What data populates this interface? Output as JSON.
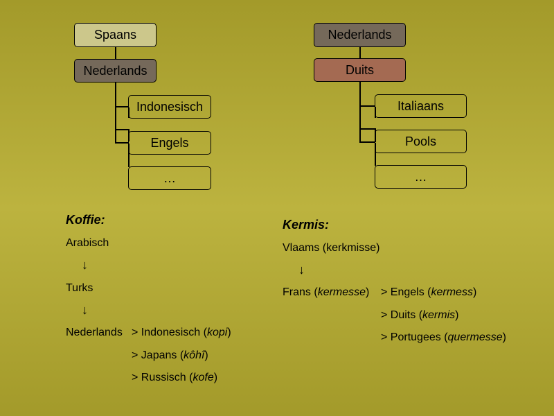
{
  "tree_left": {
    "root": "Spaans",
    "node": "Nederlands",
    "children": [
      "Indonesisch",
      "Engels",
      "…"
    ]
  },
  "tree_right": {
    "root": "Nederlands",
    "node": "Duits",
    "children": [
      "Italiaans",
      "Pools",
      "…"
    ]
  },
  "koffie": {
    "heading": "Koffie:",
    "step1": "Arabisch",
    "arrow": "↓",
    "step2": "Turks",
    "step3": "Nederlands",
    "targets": [
      {
        "sep": ">",
        "lang": "Indonesisch",
        "open": "(",
        "word": "kopi",
        "close": ")"
      },
      {
        "sep": ">",
        "lang": "Japans",
        "open": "(",
        "word": "kôhî",
        "close": ")"
      },
      {
        "sep": ">",
        "lang": "Russisch",
        "open": "(",
        "word": "kofe",
        "close": ")"
      }
    ]
  },
  "kermis": {
    "heading": "Kermis:",
    "step1": "Vlaams (kerkmisse)",
    "arrow": "↓",
    "step2_lang": "Frans",
    "step2_open": "(",
    "step2_word": "kermesse",
    "step2_close": ")",
    "targets": [
      {
        "sep": ">",
        "lang": "Engels",
        "open": "(",
        "word": "kermess",
        "close": ")"
      },
      {
        "sep": ">",
        "lang": "Duits",
        "open": "(",
        "word": "kermis",
        "close": ")"
      },
      {
        "sep": ">",
        "lang": "Portugees",
        "open": "(",
        "word": "quermesse",
        "close": ")"
      }
    ]
  }
}
